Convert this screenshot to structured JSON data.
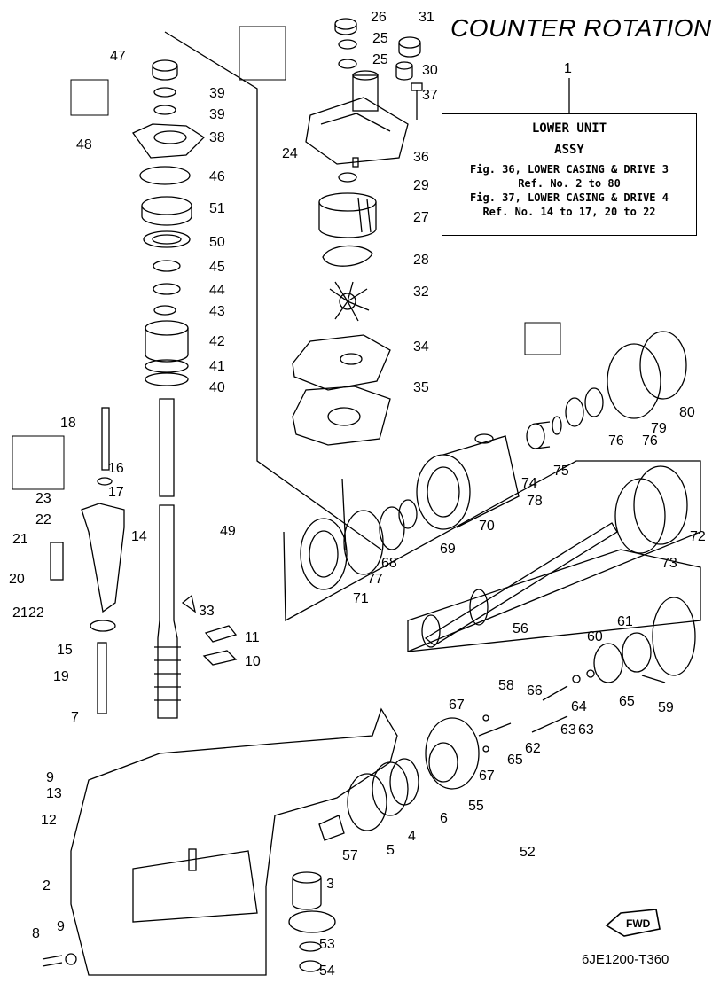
{
  "title": "COUNTER ROTATION",
  "reference_box": {
    "number": "1",
    "line1": "LOWER UNIT",
    "line2": "ASSY",
    "line3": "Fig. 36, LOWER CASING & DRIVE 3",
    "line4": "Ref. No. 2 to 80",
    "line5": "Fig. 37, LOWER CASING & DRIVE 4",
    "line6": "Ref. No. 14 to 17, 20 to 22"
  },
  "fwd_label": "FWD",
  "diagram_code": "6JE1200-T360",
  "callouts": [
    "26",
    "31",
    "25",
    "25",
    "30",
    "37",
    "24",
    "36",
    "29",
    "27",
    "28",
    "32",
    "34",
    "35",
    "47",
    "39",
    "39",
    "48",
    "38",
    "46",
    "51",
    "50",
    "45",
    "44",
    "43",
    "42",
    "41",
    "40",
    "18",
    "16",
    "17",
    "23",
    "22",
    "14",
    "21",
    "20",
    "21",
    "22",
    "15",
    "19",
    "7",
    "9",
    "13",
    "12",
    "2",
    "8",
    "9",
    "49",
    "33",
    "11",
    "10",
    "80",
    "79",
    "76",
    "76",
    "75",
    "74",
    "78",
    "70",
    "69",
    "68",
    "77",
    "71",
    "72",
    "73",
    "56",
    "61",
    "60",
    "59",
    "65",
    "64",
    "66",
    "63",
    "63",
    "62",
    "65",
    "67",
    "58",
    "67",
    "55",
    "6",
    "4",
    "5",
    "57",
    "52",
    "3",
    "53",
    "54"
  ]
}
